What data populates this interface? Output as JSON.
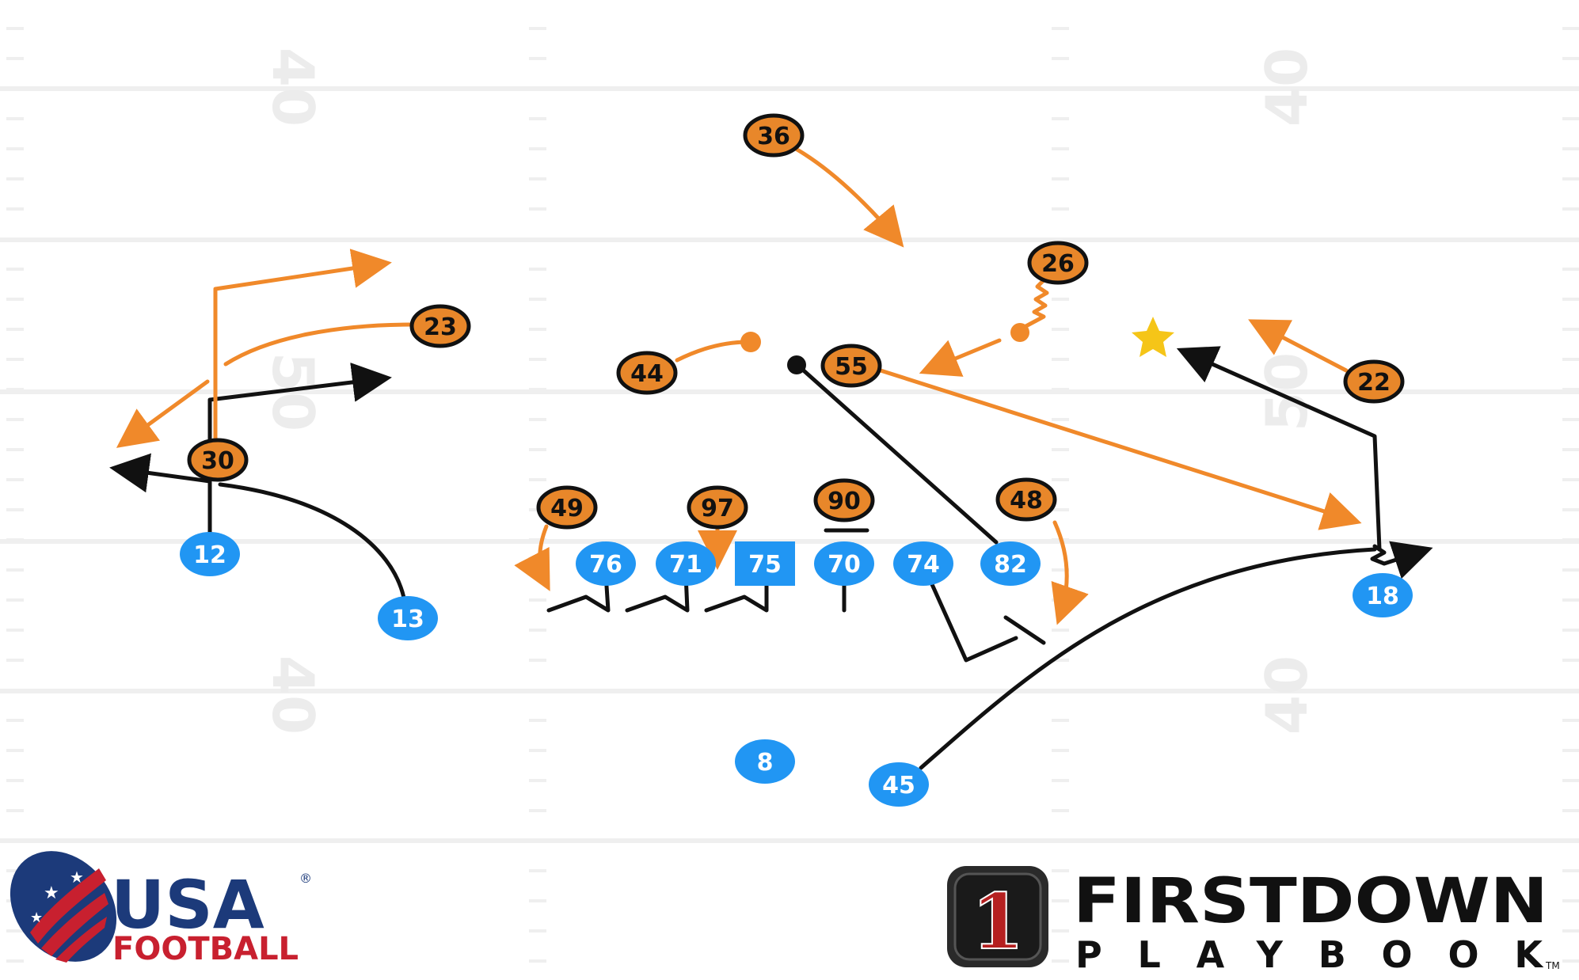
{
  "field": {
    "yard_numbers_left": [
      "40",
      "50",
      "40"
    ],
    "yard_numbers_right": [
      "40",
      "50",
      "40"
    ],
    "colors": {
      "line": "#efefef",
      "number": "#ececec"
    }
  },
  "colors": {
    "offense": "#2196f3",
    "defense_fill": "#e8872a",
    "defense_route": "#f0892a",
    "offense_route": "#111111",
    "star": "#f5c518"
  },
  "offense": [
    "12",
    "13",
    "76",
    "71",
    "75",
    "70",
    "74",
    "82",
    "18",
    "8",
    "45"
  ],
  "defense": [
    "36",
    "26",
    "23",
    "44",
    "55",
    "22",
    "30",
    "49",
    "97",
    "90",
    "48"
  ],
  "branding": {
    "usa_line1": "USA",
    "usa_line2": "FOOTBALL",
    "usa_registered": "®",
    "firstdown_line1": "FIRSTDOWN",
    "firstdown_line2": "PLAYBOOK",
    "firstdown_tm": "TM",
    "firstdown_badge": "1"
  }
}
